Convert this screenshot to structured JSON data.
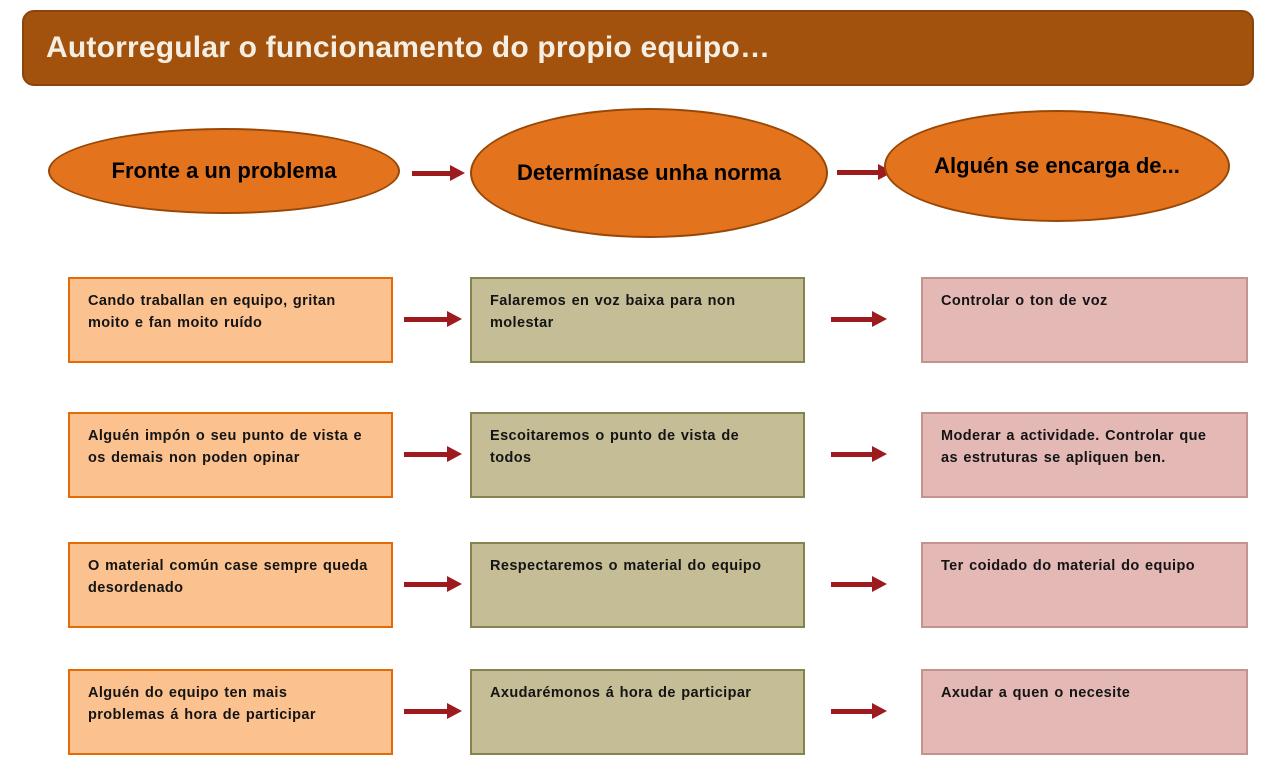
{
  "title": "Autorregular o funcionamento do propio equipo…",
  "headers": {
    "problem": "Fronte a un problema",
    "norm": "Determínase unha norma",
    "charge": "Alguén se encarga de..."
  },
  "rows": [
    {
      "problem": "Cando traballan en equipo, gritan moito e fan moito ruído",
      "norm": "Falaremos en voz baixa para non molestar",
      "charge": "Controlar o ton de voz"
    },
    {
      "problem": "Alguén impón o seu punto de vista e os demais non poden opinar",
      "norm": "Escoitaremos o punto de vista de todos",
      "charge": "Moderar a actividade. Controlar que as estruturas se apliquen ben."
    },
    {
      "problem": "O material común case sempre queda desordenado",
      "norm": "Respectaremos o material do equipo",
      "charge": "Ter coidado do material do equipo"
    },
    {
      "problem": "Alguén do equipo ten mais problemas á hora de participar",
      "norm": "Axudarémonos á hora de participar",
      "charge": "Axudar a quen o necesite"
    }
  ],
  "colors": {
    "title_bg": "#A3520E",
    "title_border": "#8C4409",
    "title_text": "#F4EEE3",
    "ellipse_fill": "#E4731D",
    "ellipse_border": "#974806",
    "arrow": "#9D1B1E",
    "problem_fill": "#FBC28F",
    "problem_border": "#E36C09",
    "norm_fill": "#C5BD96",
    "norm_border": "#85834E",
    "charge_fill": "#E3B8B5",
    "charge_border": "#C69290",
    "box_text": "#141414",
    "page_bg": "#FFFFFF"
  }
}
